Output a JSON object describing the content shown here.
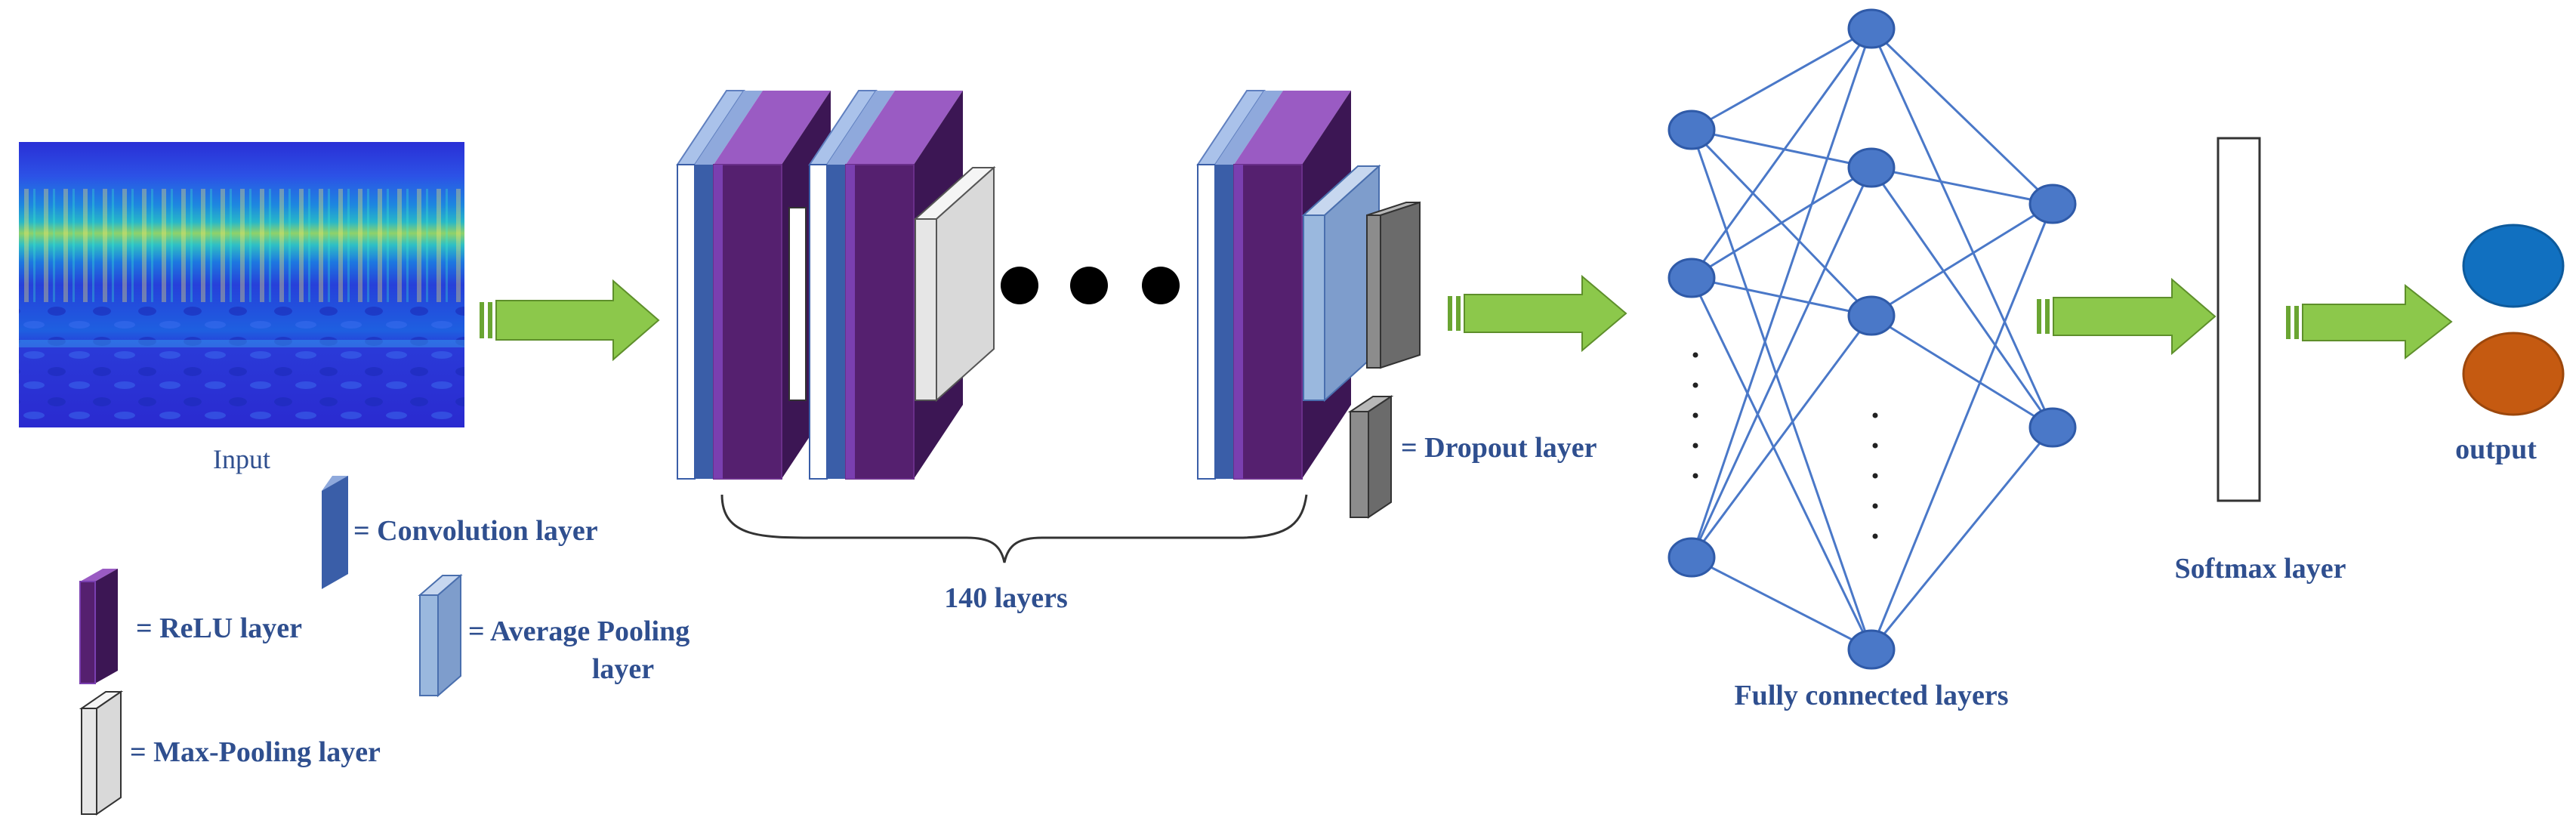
{
  "labels": {
    "input": "Input",
    "conv_legend": "= Convolution layer",
    "relu_legend": "= ReLU layer",
    "avgpool_legend_line1": "= Average Pooling",
    "avgpool_legend_line2": "layer",
    "maxpool_legend": "= Max-Pooling layer",
    "layers_count": "140 layers",
    "dropout_legend": "= Dropout layer",
    "fully_connected": "Fully connected layers",
    "softmax": "Softmax layer",
    "output": "output"
  },
  "colors": {
    "convolution": "#3a5ea8",
    "convolution_light": "#8fa9dc",
    "relu": "#55206f",
    "relu_light": "#9a5bc3",
    "max_pooling": "#e6e6e6",
    "average_pooling": "#9ab8de",
    "dropout": "#7f7f7f",
    "arrow": "#8cc84b",
    "node": "#4a78c8",
    "edge": "#4a78c8",
    "output_class_1": "#1170c0",
    "output_class_2": "#c55a11",
    "label_text": "#2f4f8f"
  },
  "icons": [
    "spectrogram-image",
    "arrow-icon",
    "ellipsis-dots"
  ]
}
